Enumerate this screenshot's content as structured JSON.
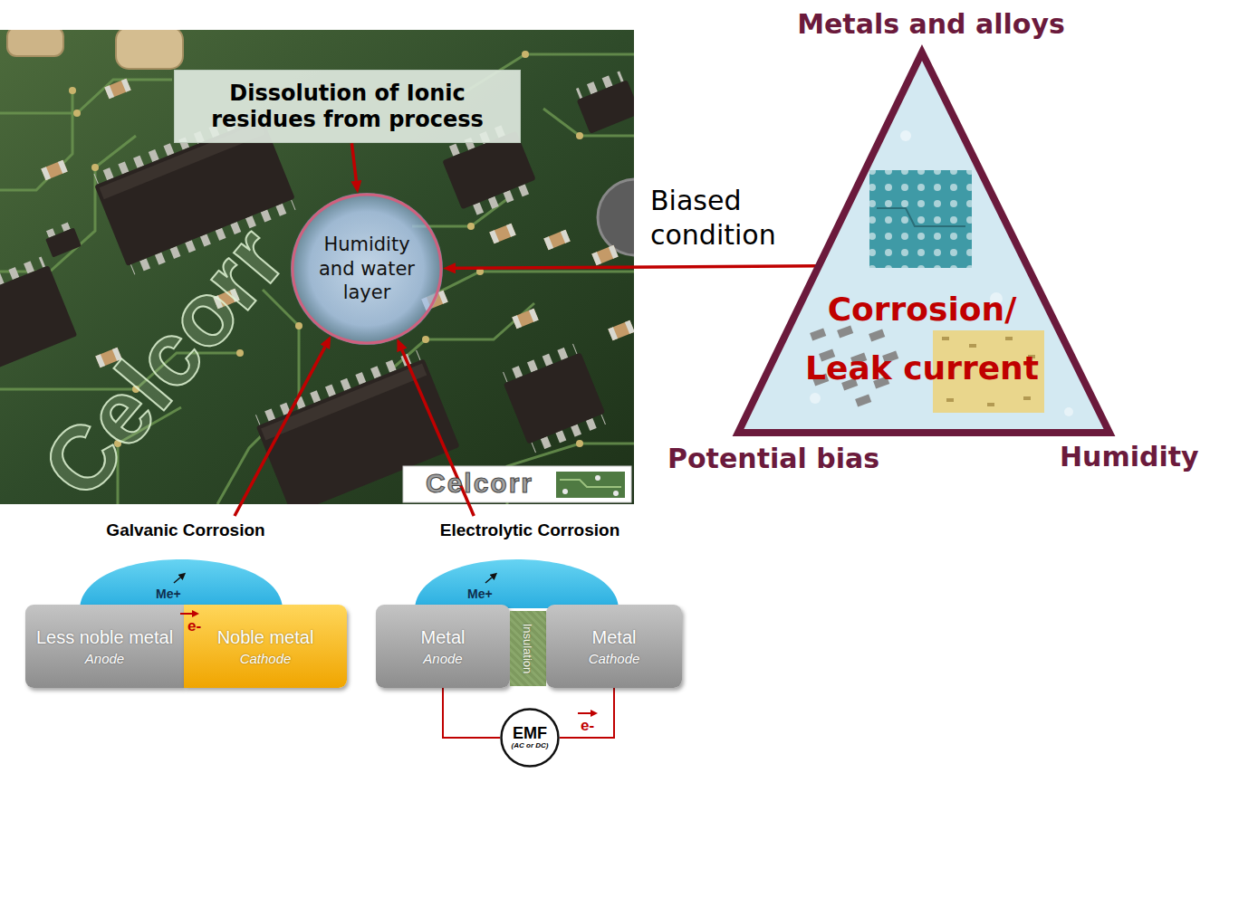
{
  "diagram": {
    "nodes": [
      {
        "text": [
          "Dissolution of Ionic residues from process"
        ]
      },
      {
        "text": [
          "Humidity and water layer"
        ]
      },
      {
        "text": [
          "Metals and alloys",
          "Corrosion/ Leak current",
          "Potential bias",
          "Humidity"
        ]
      },
      {
        "text": [
          "Galvanic Corrosion"
        ]
      },
      {
        "text": [
          "Less noble metal",
          "Anode"
        ],
        "in": 3
      },
      {
        "text": [
          "Noble metal",
          "Cathode"
        ],
        "in": 3
      },
      {
        "text": [
          "Electrolytic Corrosion"
        ]
      },
      {
        "text": [
          "Metal",
          "Anode"
        ],
        "in": 6
      },
      {
        "text": [
          "Insulation"
        ],
        "in": 6
      },
      {
        "text": [
          "Metal",
          "Cathode"
        ],
        "in": 6
      },
      {
        "text": [
          "EMF",
          "(AC or DC)"
        ],
        "in": 6
      }
    ],
    "edges": [
      {
        "from": 0,
        "to": 1,
        "arrow": "to"
      },
      {
        "from": 2,
        "to": 1,
        "label": "Biased condition",
        "arrow": "to"
      },
      {
        "from": 3,
        "to": 1,
        "arrow": "to"
      },
      {
        "from": 6,
        "to": 1,
        "arrow": "to"
      },
      {
        "from": 7,
        "to": 10,
        "arrow": "none"
      },
      {
        "from": 10,
        "to": 9,
        "arrow": "none"
      }
    ],
    "labels": [
      "Celcorr",
      "Celcorr",
      "Me+",
      "e-",
      "Me+",
      "e-"
    ]
  }
}
